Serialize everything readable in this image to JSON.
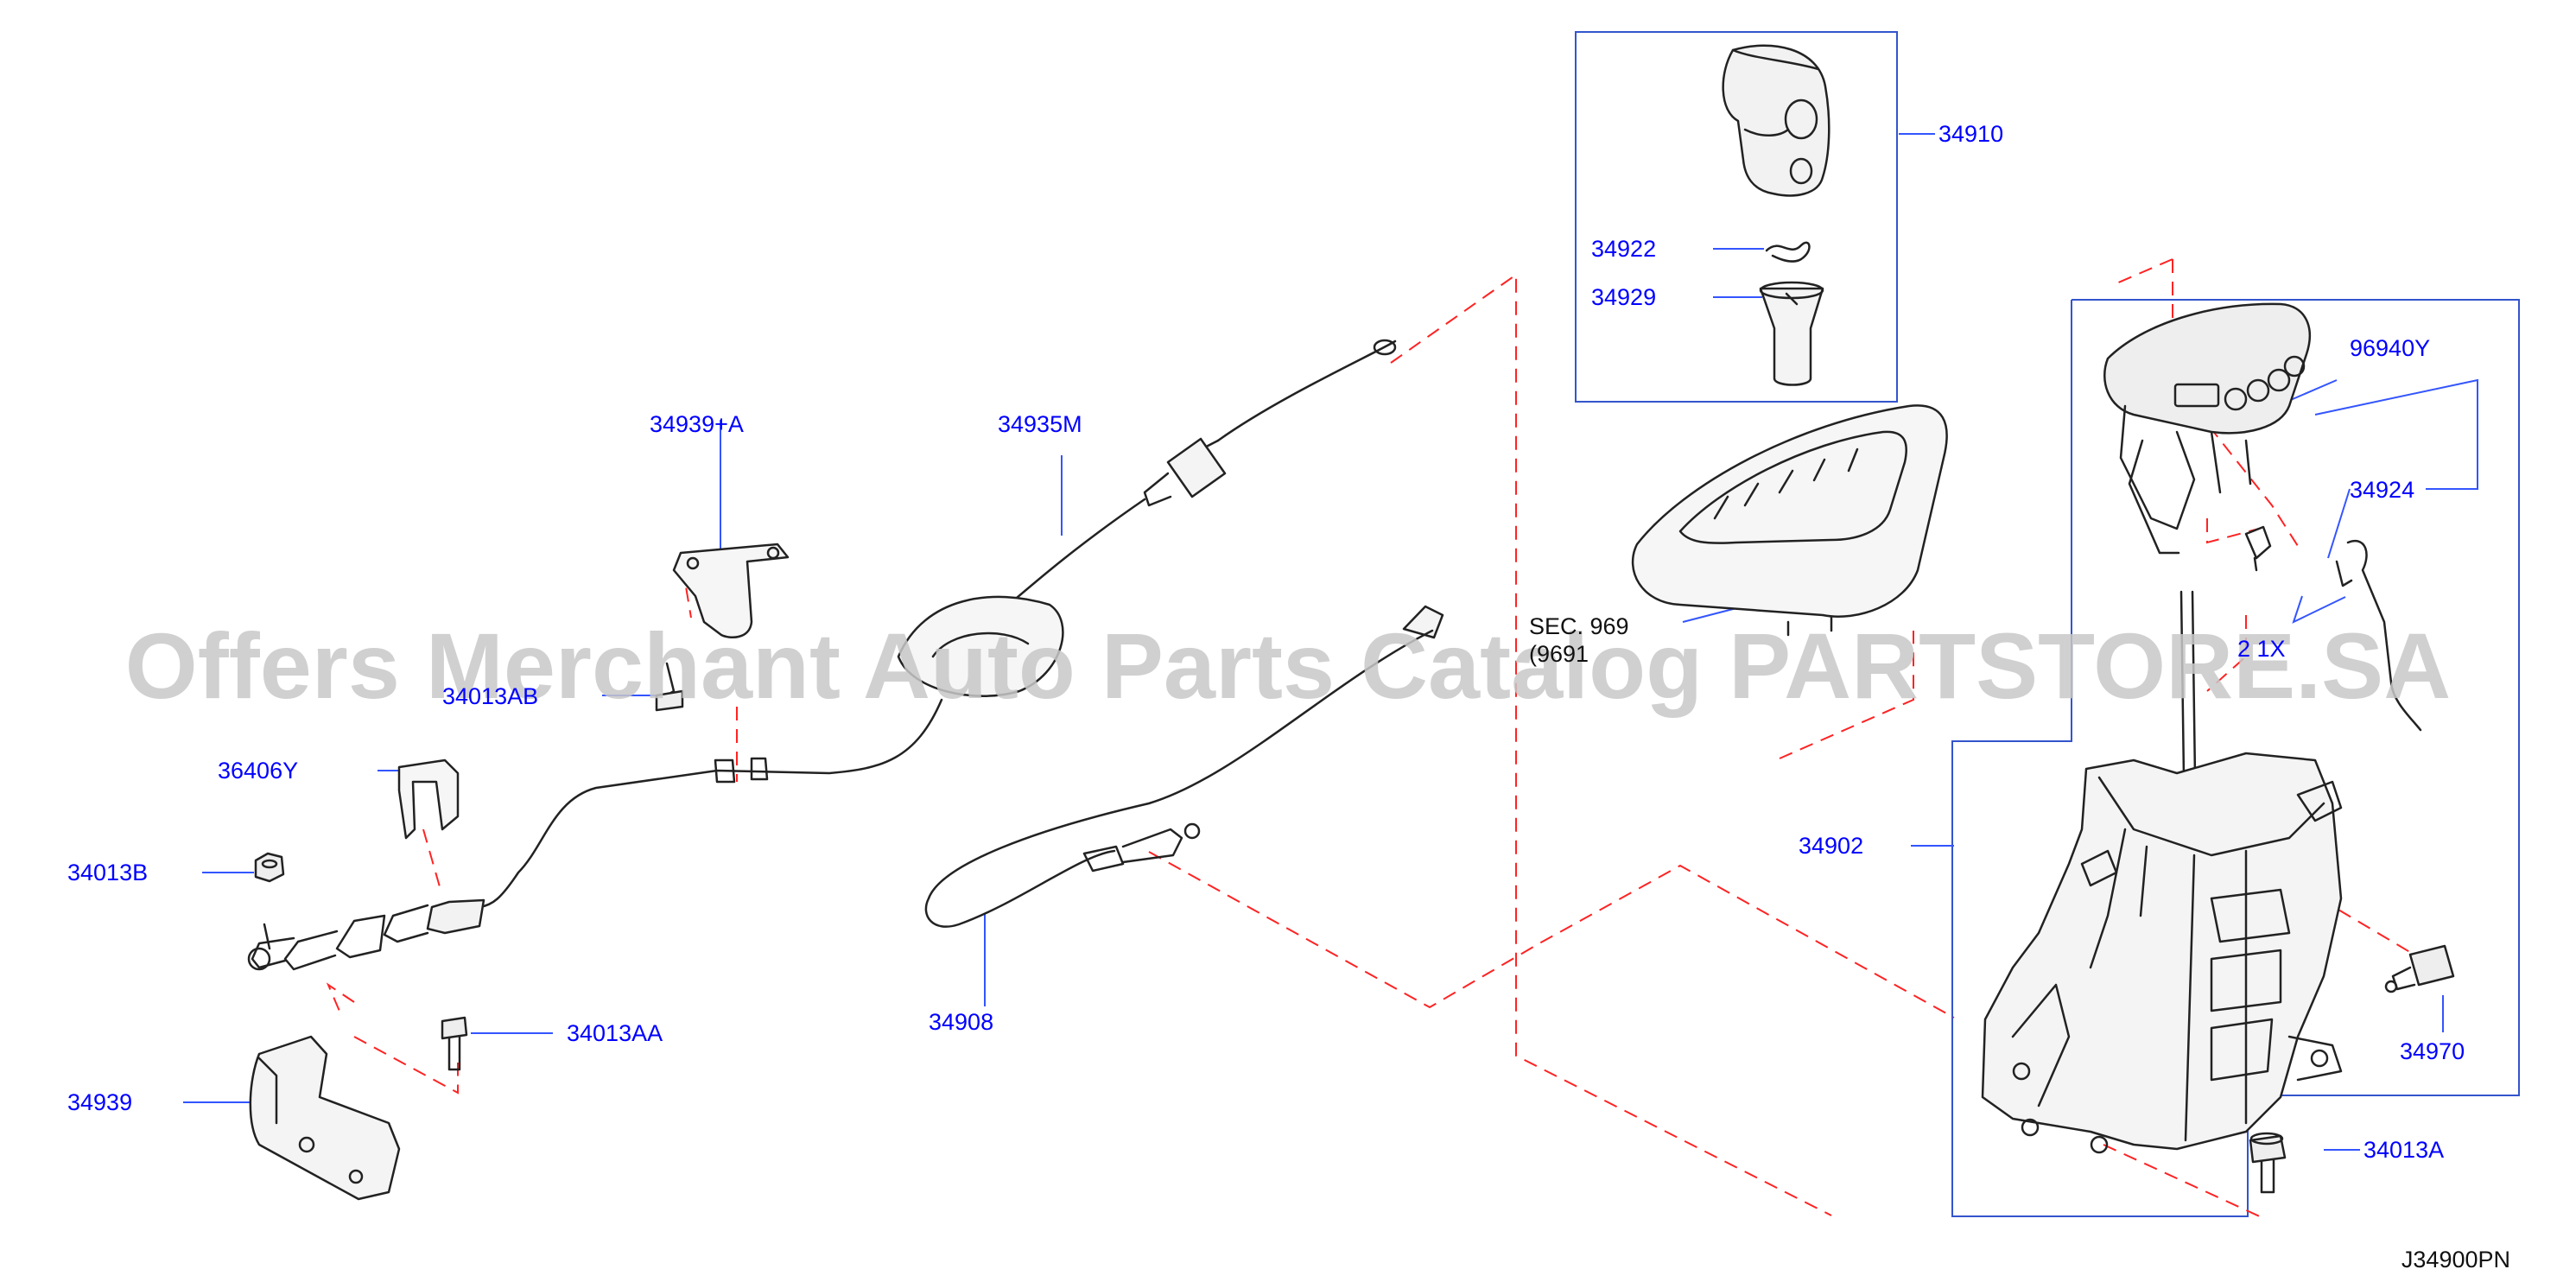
{
  "colors": {
    "label": "#0000ff",
    "sec_label": "#6633cc",
    "leader": "#3355ff",
    "dashed": "#ff2222",
    "part_stroke": "#222222",
    "watermark": "#c8c8c8",
    "box": "#3355cc",
    "code": "#111111"
  },
  "watermark": "Offers Merchant Auto Parts Catalog PARTSTORE.SA",
  "labels": {
    "p34910": "34910",
    "p34922": "34922",
    "p34929": "34929",
    "p96940Y": "96940Y",
    "p34924": "34924",
    "p34939A": "34939+A",
    "p34935M": "34935M",
    "sec_line1": "SEC. 969",
    "sec_line2": "(9691",
    "p2x": "2  1X",
    "p34013AB": "34013AB",
    "p36406Y": "36406Y",
    "p34013B": "34013B",
    "p34902": "34902",
    "p34908": "34908",
    "p34013AA": "34013AA",
    "p34970": "34970",
    "p34939": "34939",
    "p34013A": "34013A"
  },
  "diagram_code": "J34900PN"
}
